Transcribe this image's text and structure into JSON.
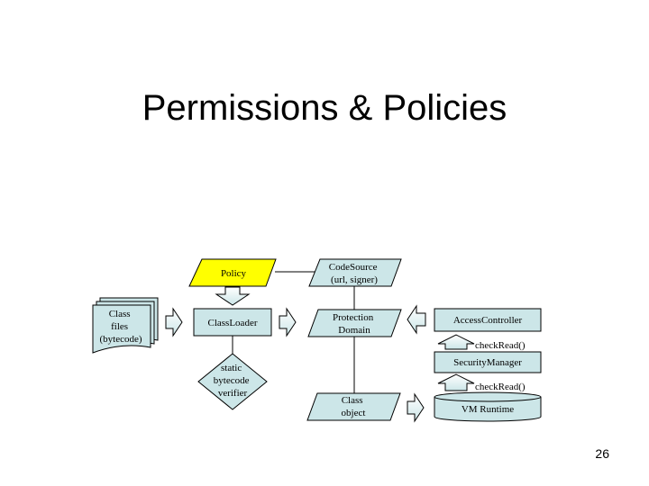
{
  "slide": {
    "title": "Permissions & Policies",
    "page_number": "26"
  },
  "colors": {
    "node_fill": "#cce6e8",
    "policy_fill": "#ffff00",
    "stroke": "#000000"
  },
  "nodes": {
    "policy": "Policy",
    "codesource": [
      "CodeSource",
      "(url, signer)"
    ],
    "class_files": [
      "Class",
      "files",
      "(bytecode)"
    ],
    "classloader": "ClassLoader",
    "protection_domain": [
      "Protection",
      "Domain"
    ],
    "access_controller": "AccessController",
    "check_read_1": "checkRead()",
    "security_manager": "SecurityManager",
    "check_read_2": "checkRead()",
    "verifier": [
      "static",
      "bytecode",
      "verifier"
    ],
    "class_object": [
      "Class",
      "object"
    ],
    "vm_runtime": "VM Runtime"
  }
}
